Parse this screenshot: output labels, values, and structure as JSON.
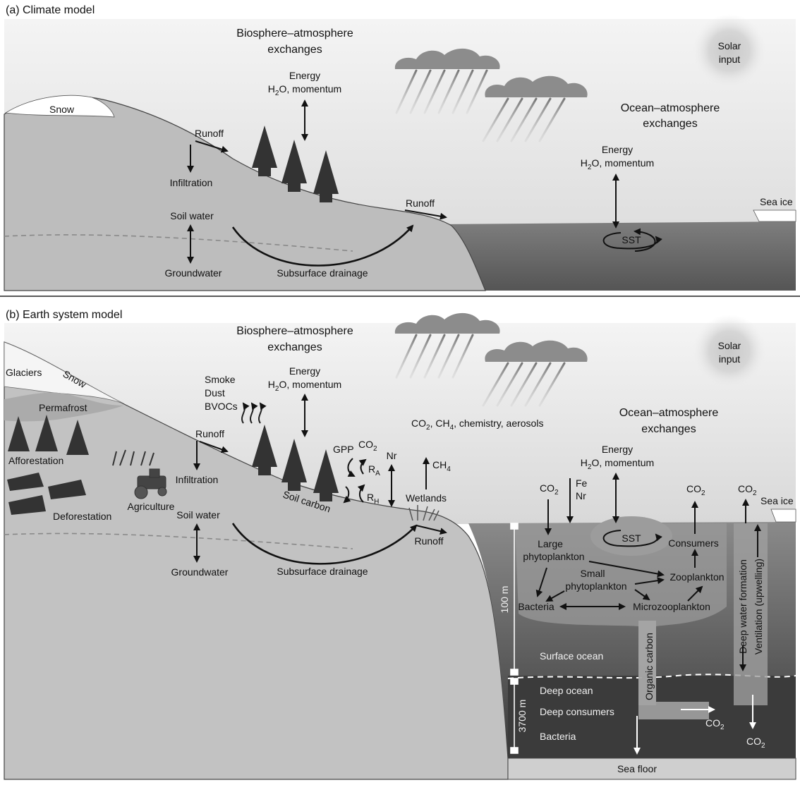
{
  "panel_a": {
    "title": "(a) Climate model",
    "biosphere_exchanges": [
      "Biosphere–atmosphere",
      "exchanges"
    ],
    "ocean_exchanges": [
      "Ocean–atmosphere",
      "exchanges"
    ],
    "solar_input": [
      "Solar",
      "input"
    ],
    "snow": "Snow",
    "energy": "Energy",
    "h2o_momentum": [
      "H",
      "2",
      "O, momentum"
    ],
    "runoff": "Runoff",
    "infiltration": "Infiltration",
    "soil_water": "Soil water",
    "groundwater": "Groundwater",
    "subsurface_drainage": "Subsurface drainage",
    "sea_ice": "Sea ice",
    "sst": "SST"
  },
  "panel_b": {
    "title": "(b) Earth system model",
    "biosphere_exchanges": [
      "Biosphere–atmosphere",
      "exchanges"
    ],
    "ocean_exchanges": [
      "Ocean–atmosphere",
      "exchanges"
    ],
    "solar_input": [
      "Solar",
      "input"
    ],
    "glaciers": "Glaciers",
    "snow": "Snow",
    "permafrost": "Permafrost",
    "afforestation": "Afforestation",
    "deforestation": "Deforestation",
    "agriculture": "Agriculture",
    "smoke_dust_bvocs": [
      "Smoke",
      "Dust",
      "BVOCs"
    ],
    "energy": "Energy",
    "h2o_momentum": [
      "H",
      "2",
      "O, momentum"
    ],
    "runoff": "Runoff",
    "infiltration": "Infiltration",
    "soil_water": "Soil water",
    "groundwater": "Groundwater",
    "subsurface_drainage": "Subsurface drainage",
    "soil_carbon": "Soil carbon",
    "gpp": "GPP",
    "co2": [
      "CO",
      "2"
    ],
    "ra": [
      "R",
      "A"
    ],
    "rh": [
      "R",
      "H"
    ],
    "nr": "Nr",
    "ch4": [
      "CH",
      "4"
    ],
    "wetlands": "Wetlands",
    "chemistry_line": [
      "CO",
      "2",
      ", CH",
      "4",
      ", chemistry, aerosols"
    ],
    "fe": "Fe",
    "sea_ice": "Sea ice",
    "sst": "SST",
    "consumers": "Consumers",
    "large_phyto": [
      "Large",
      "phytoplankton"
    ],
    "small_phyto": [
      "Small",
      "phytoplankton"
    ],
    "zooplankton": "Zooplankton",
    "bacteria": "Bacteria",
    "microzooplankton": "Microzooplankton",
    "depth_100": "100 m",
    "depth_3700": "3700 m",
    "surface_ocean": "Surface ocean",
    "deep_ocean": "Deep ocean",
    "deep_consumers": "Deep consumers",
    "deep_bacteria": "Bacteria",
    "organic_carbon": "Organic carbon",
    "deep_water_formation": "Deep water formation",
    "ventilation": "Ventilation (upwelling)",
    "sea_floor": "Sea floor"
  },
  "colors": {
    "sky": "#e6e6e6",
    "land": "#bcbcbc",
    "ocean_top": "#7d7d7d",
    "ocean_deep": "#3a3a3a",
    "text_dark": "#111111",
    "text_light": "#f2f2f2"
  }
}
